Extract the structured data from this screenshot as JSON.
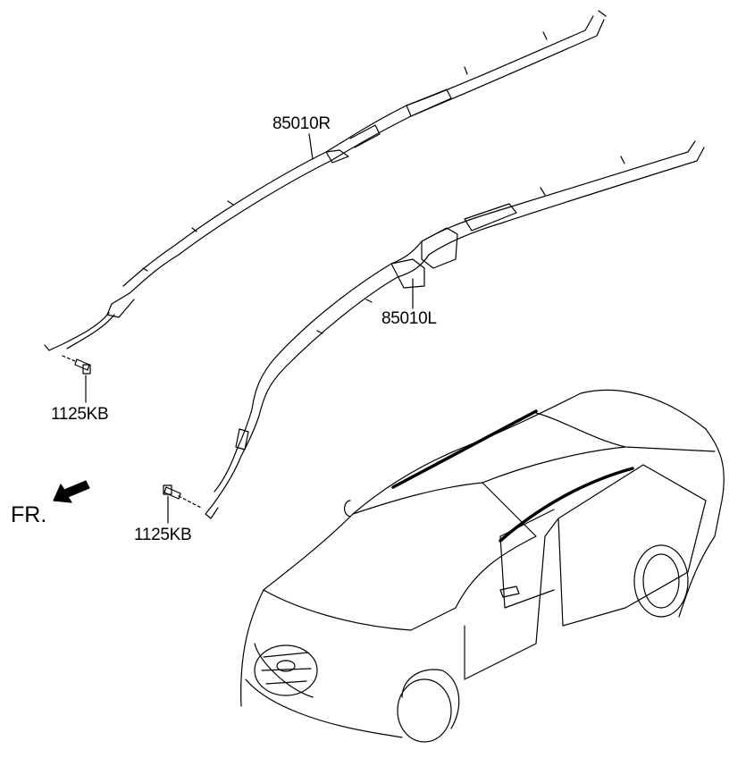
{
  "labels": {
    "part_right": "85010R",
    "part_left": "85010L",
    "bolt_upper": "1125KB",
    "bolt_lower": "1125KB",
    "front": "FR."
  },
  "icons": {
    "front_direction": "arrow-left-down-icon"
  }
}
